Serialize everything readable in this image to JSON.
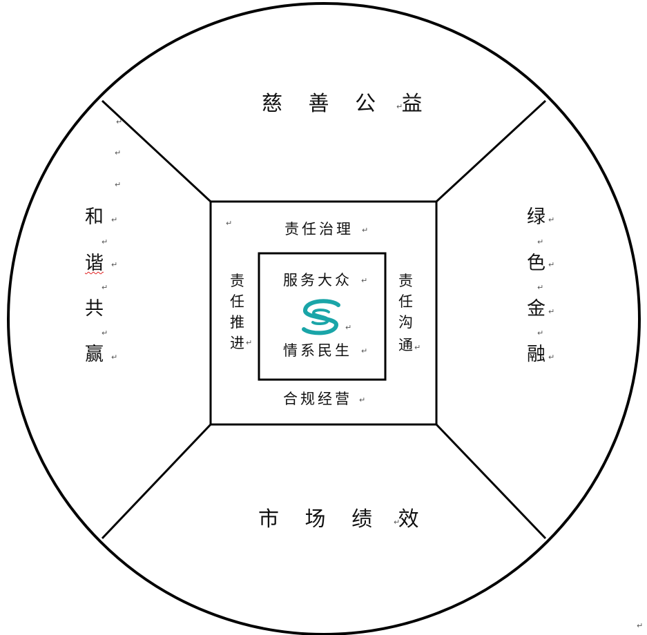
{
  "diagram": {
    "outer_ring": {
      "top": "慈 善 公 益",
      "bottom": "市 场 绩 效",
      "left": [
        "和",
        "谐",
        "共",
        "赢"
      ],
      "right": [
        "绿",
        "色",
        "金",
        "融"
      ]
    },
    "middle_square": {
      "top": "责任治理",
      "bottom": "合规经营",
      "left": [
        "责",
        "任",
        "推",
        "进"
      ],
      "right": [
        "责",
        "任",
        "沟",
        "通"
      ]
    },
    "inner_square": {
      "top": "服务大众",
      "bottom": "情系民生",
      "logo": "logo-icon"
    },
    "paragraph_mark": "↵",
    "colors": {
      "line": "#000000",
      "text": "#111111",
      "logo": "#1aa5a8",
      "spellcheck": "#e02020"
    }
  }
}
